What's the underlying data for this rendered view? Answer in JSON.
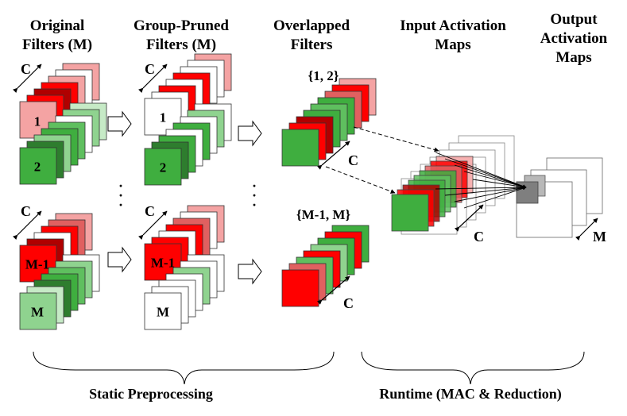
{
  "headers": {
    "original": [
      "Original",
      "Filters (M)"
    ],
    "pruned": [
      "Group-Pruned",
      "Filters (M)"
    ],
    "overlapped": [
      "Overlapped",
      "Filters"
    ],
    "input_maps": [
      "Input Activation",
      "Maps"
    ],
    "output_maps": [
      "Output",
      "Activation",
      "Maps"
    ]
  },
  "channel_label": "C",
  "m_label": "M",
  "filters": {
    "first": "1",
    "second": "2",
    "penultimate": "M-1",
    "last": "M"
  },
  "sets": {
    "top": "{1, 2}",
    "bottom": "{M-1, M}"
  },
  "ellipsis": "·",
  "sections": {
    "static": "Static Preprocessing",
    "runtime": "Runtime (MAC & Reduction)"
  },
  "colors": {
    "red": "#ff0000",
    "pink": "#f4a3a3",
    "green": "#3fae3f",
    "light_green": "#8fd38f",
    "gray": "#7f7f7f"
  }
}
